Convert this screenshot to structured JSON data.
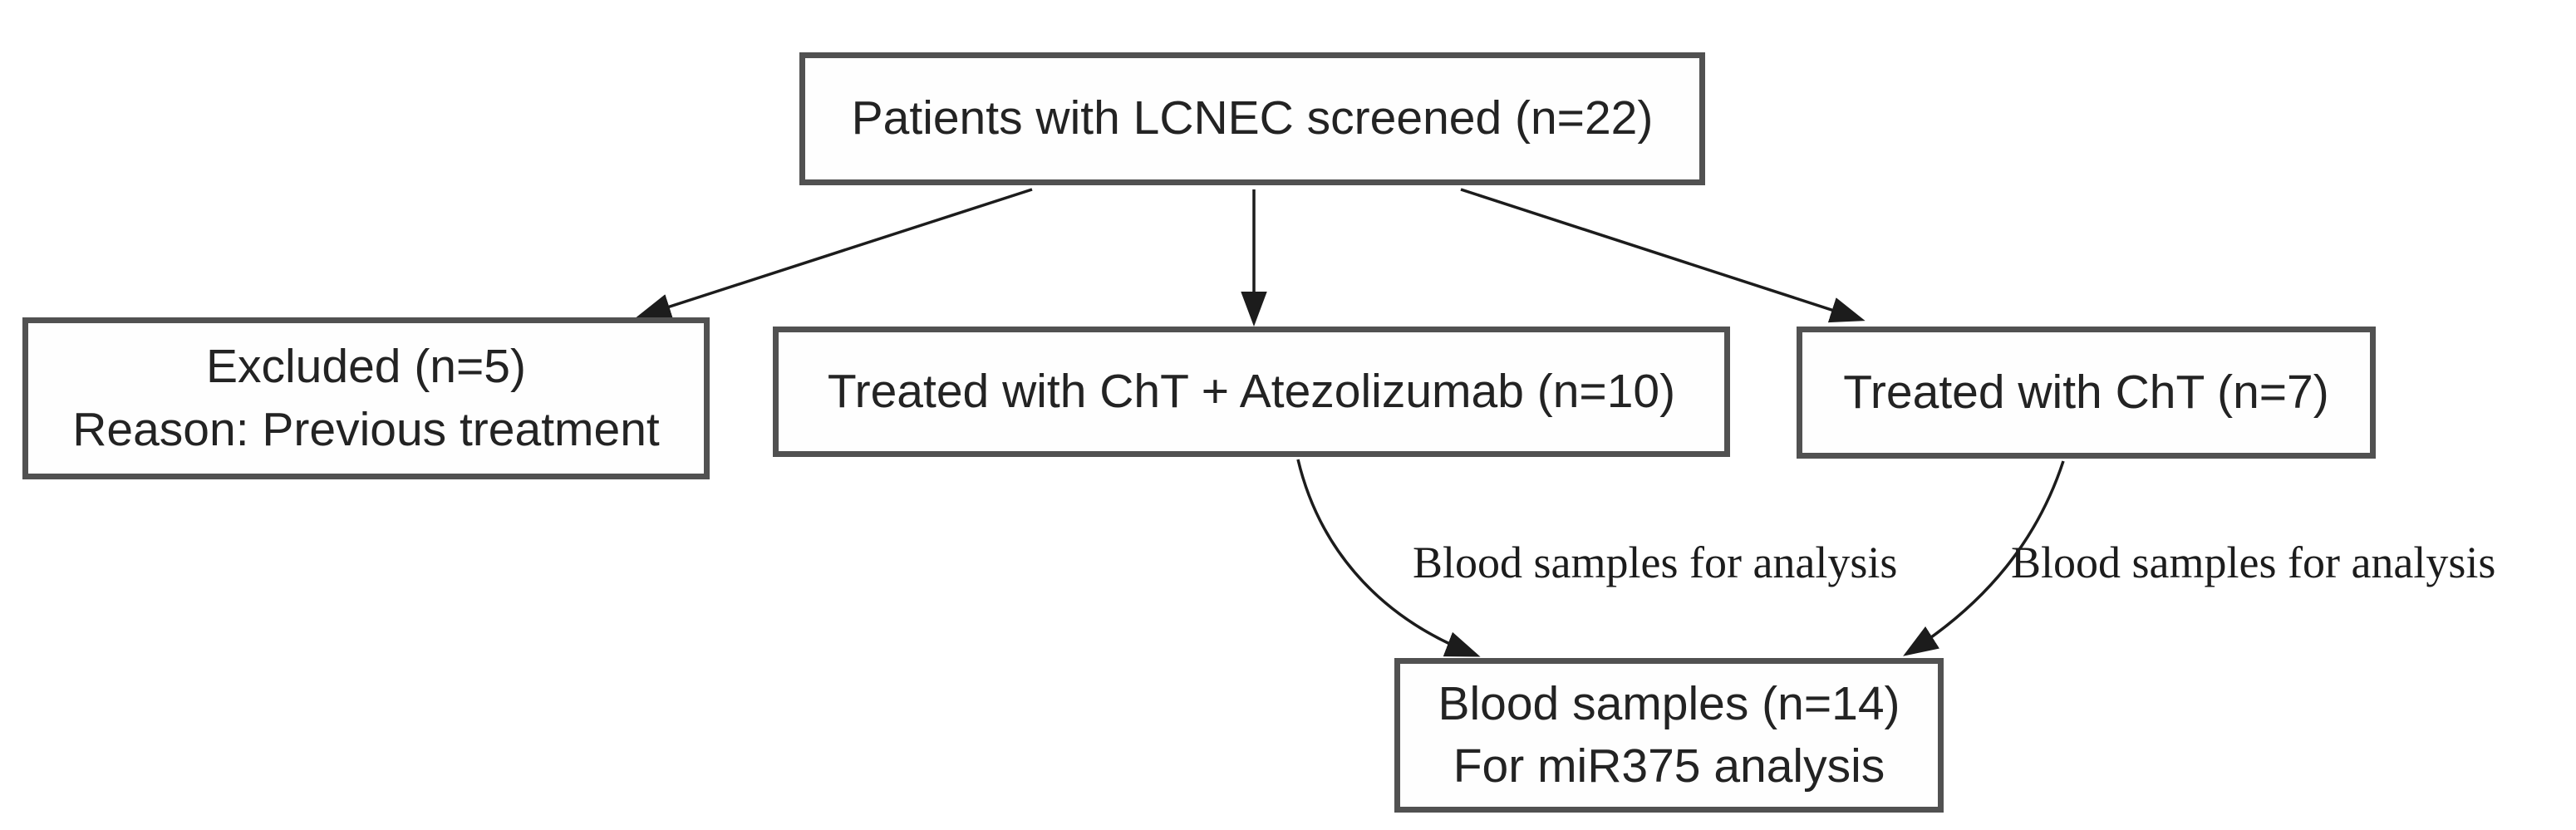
{
  "diagram": {
    "type": "flowchart",
    "colors": {
      "background": "#ffffff",
      "box_border": "#515151",
      "box_fill": "#fefefe",
      "text": "#232323",
      "arrow": "#1c1c1c",
      "edge_label_text": "#1c1c1c"
    },
    "nodes": {
      "screened": {
        "lines": [
          "Patients with LCNEC screened (n=22)"
        ]
      },
      "excluded": {
        "lines": [
          "Excluded (n=5)",
          "Reason: Previous treatment"
        ]
      },
      "cht_atezolizumab": {
        "lines": [
          "Treated with ChT + Atezolizumab (n=10)"
        ]
      },
      "cht": {
        "lines": [
          "Treated with ChT (n=7)"
        ]
      },
      "blood_samples": {
        "lines": [
          "Blood samples (n=14)",
          "For miR375 analysis"
        ]
      }
    },
    "edge_labels": {
      "cht_atezolizumab_to_blood": "Blood samples for analysis",
      "cht_to_blood": "Blood samples for analysis"
    },
    "counts": {
      "screened": 22,
      "excluded": 5,
      "cht_atezolizumab": 10,
      "cht": 7,
      "blood_samples": 14
    }
  }
}
